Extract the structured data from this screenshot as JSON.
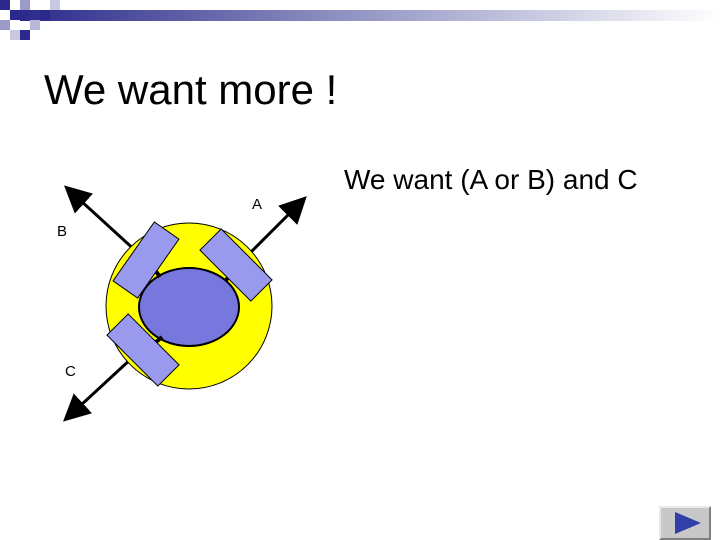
{
  "slide": {
    "title": "We want more !",
    "condition": "We want (A or B) and C"
  },
  "diagram": {
    "labels": {
      "a": "A",
      "b": "B",
      "c": "C"
    }
  },
  "colors": {
    "ring": "#ffff00",
    "core": "#7777dd",
    "ligand": "#9999ee",
    "outline": "#000000",
    "top_bar": "#2b2a8c",
    "button_arrow": "#3040a8"
  },
  "controls": {
    "next_icon": "play-arrow-icon"
  }
}
